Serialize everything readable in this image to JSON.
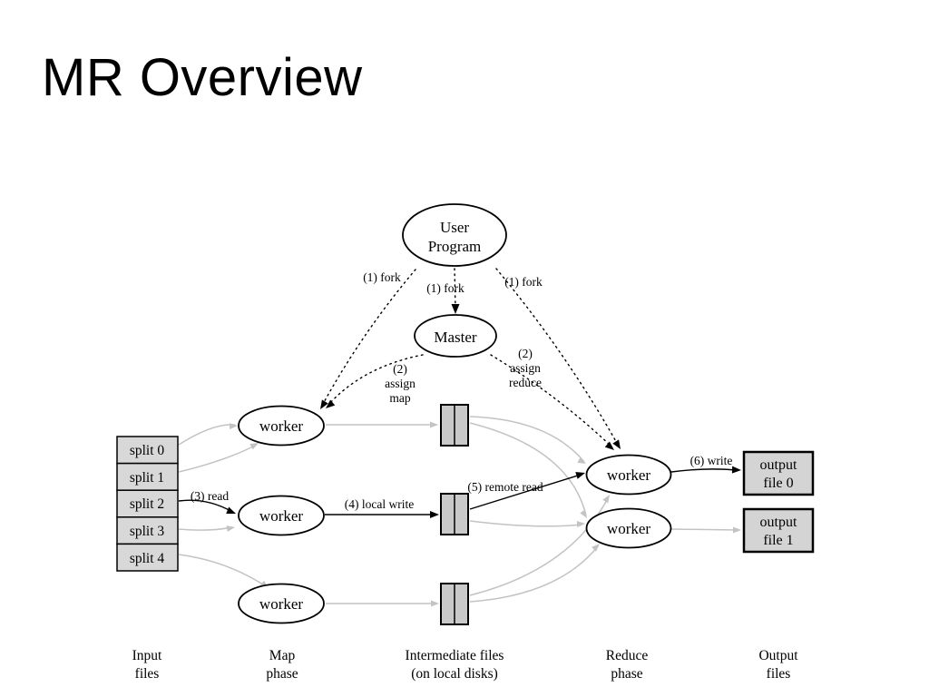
{
  "slide": {
    "title": "MR Overview"
  },
  "diagram": {
    "nodes": {
      "user_program": [
        "User",
        "Program"
      ],
      "master": "Master",
      "workers": [
        "worker",
        "worker",
        "worker",
        "worker",
        "worker"
      ]
    },
    "splits": [
      "split 0",
      "split 1",
      "split 2",
      "split 3",
      "split 4"
    ],
    "outputs": [
      [
        "output",
        "file 0"
      ],
      [
        "output",
        "file 1"
      ]
    ],
    "edge_labels": {
      "fork_left": "(1) fork",
      "fork_center": "(1) fork",
      "fork_right": "(1) fork",
      "assign_map": [
        "(2)",
        "assign",
        "map"
      ],
      "assign_reduce": [
        "(2)",
        "assign",
        "reduce"
      ],
      "read": "(3) read",
      "local_write": "(4) local write",
      "remote_read": "(5) remote read",
      "write": "(6) write"
    },
    "phases": [
      [
        "Input",
        "files"
      ],
      [
        "Map",
        "phase"
      ],
      [
        "Intermediate files",
        "(on local disks)"
      ],
      [
        "Reduce",
        "phase"
      ],
      [
        "Output",
        "files"
      ]
    ],
    "colors": {
      "background": "#ffffff",
      "ink": "#000000",
      "split_fill": "#d8d8d8",
      "file_fill": "#c9c9c9",
      "output_fill": "#d4d4d4",
      "gray_edge": "#c3c3c3"
    }
  }
}
